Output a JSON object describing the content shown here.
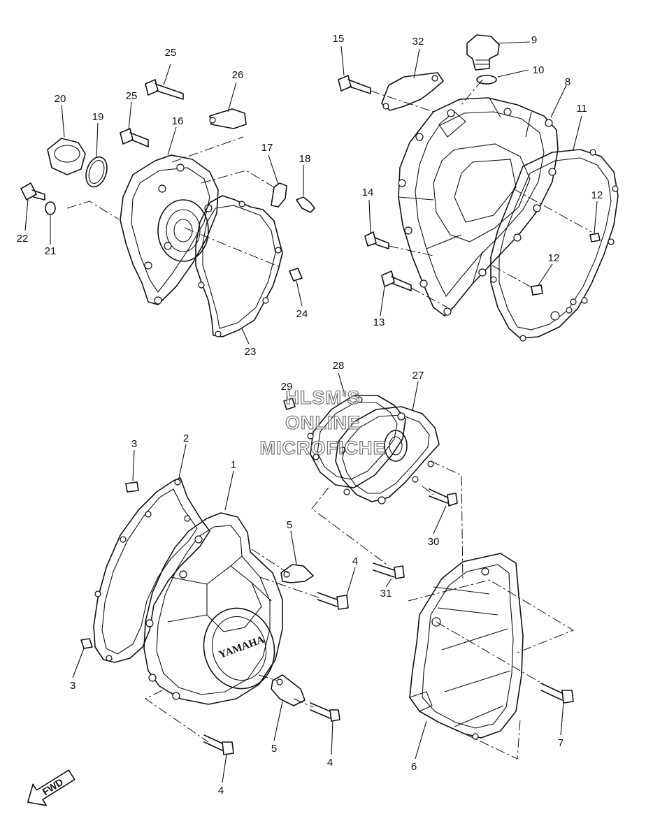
{
  "watermark": [
    "HLSM'S",
    "ONLINE",
    "MICROFICHE"
  ],
  "cover_logo": "YAMAHA",
  "direction_label": "FWD",
  "callouts": [
    {
      "id": "c25a",
      "label": "25"
    },
    {
      "id": "c26",
      "label": "26"
    },
    {
      "id": "c20",
      "label": "20"
    },
    {
      "id": "c19",
      "label": "19"
    },
    {
      "id": "c25b",
      "label": "25"
    },
    {
      "id": "c16",
      "label": "16"
    },
    {
      "id": "c17",
      "label": "17"
    },
    {
      "id": "c18",
      "label": "18"
    },
    {
      "id": "c22",
      "label": "22"
    },
    {
      "id": "c21",
      "label": "21"
    },
    {
      "id": "c24",
      "label": "24"
    },
    {
      "id": "c23",
      "label": "23"
    },
    {
      "id": "c15",
      "label": "15"
    },
    {
      "id": "c32",
      "label": "32"
    },
    {
      "id": "c9",
      "label": "9"
    },
    {
      "id": "c10",
      "label": "10"
    },
    {
      "id": "c8",
      "label": "8"
    },
    {
      "id": "c11",
      "label": "11"
    },
    {
      "id": "c14",
      "label": "14"
    },
    {
      "id": "c12a",
      "label": "12"
    },
    {
      "id": "c12b",
      "label": "12"
    },
    {
      "id": "c13",
      "label": "13"
    },
    {
      "id": "c28",
      "label": "28"
    },
    {
      "id": "c29",
      "label": "29"
    },
    {
      "id": "c27",
      "label": "27"
    },
    {
      "id": "c3a",
      "label": "3"
    },
    {
      "id": "c2",
      "label": "2"
    },
    {
      "id": "c1",
      "label": "1"
    },
    {
      "id": "c5a",
      "label": "5"
    },
    {
      "id": "c4a",
      "label": "4"
    },
    {
      "id": "c30",
      "label": "30"
    },
    {
      "id": "c31",
      "label": "31"
    },
    {
      "id": "c3b",
      "label": "3"
    },
    {
      "id": "c7",
      "label": "7"
    },
    {
      "id": "c5b",
      "label": "5"
    },
    {
      "id": "c4b",
      "label": "4"
    },
    {
      "id": "c6",
      "label": "6"
    },
    {
      "id": "c4c",
      "label": "4"
    }
  ]
}
